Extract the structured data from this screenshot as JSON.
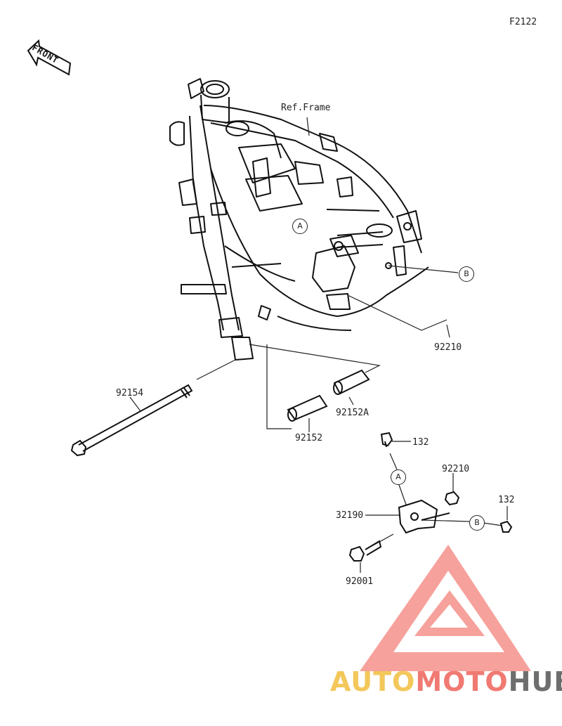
{
  "figure_code": "F2122",
  "front_label": "FRONT",
  "ref_label": "Ref.Frame",
  "callouts": {
    "a": "A",
    "b": "B"
  },
  "parts": {
    "p92210_upper": "92210",
    "p92154": "92154",
    "p92152A": "92152A",
    "p92152": "92152",
    "p132_upper": "132",
    "p92210_lower": "92210",
    "p132_lower": "132",
    "p32190": "32190",
    "p92001": "92001"
  },
  "watermark": {
    "part1": "AUTO",
    "part2": "MOTO",
    "part3": "HUB",
    "colors": {
      "yellow": "#f3c75a",
      "red": "#f07a72",
      "gray": "#6e6e6e"
    }
  }
}
